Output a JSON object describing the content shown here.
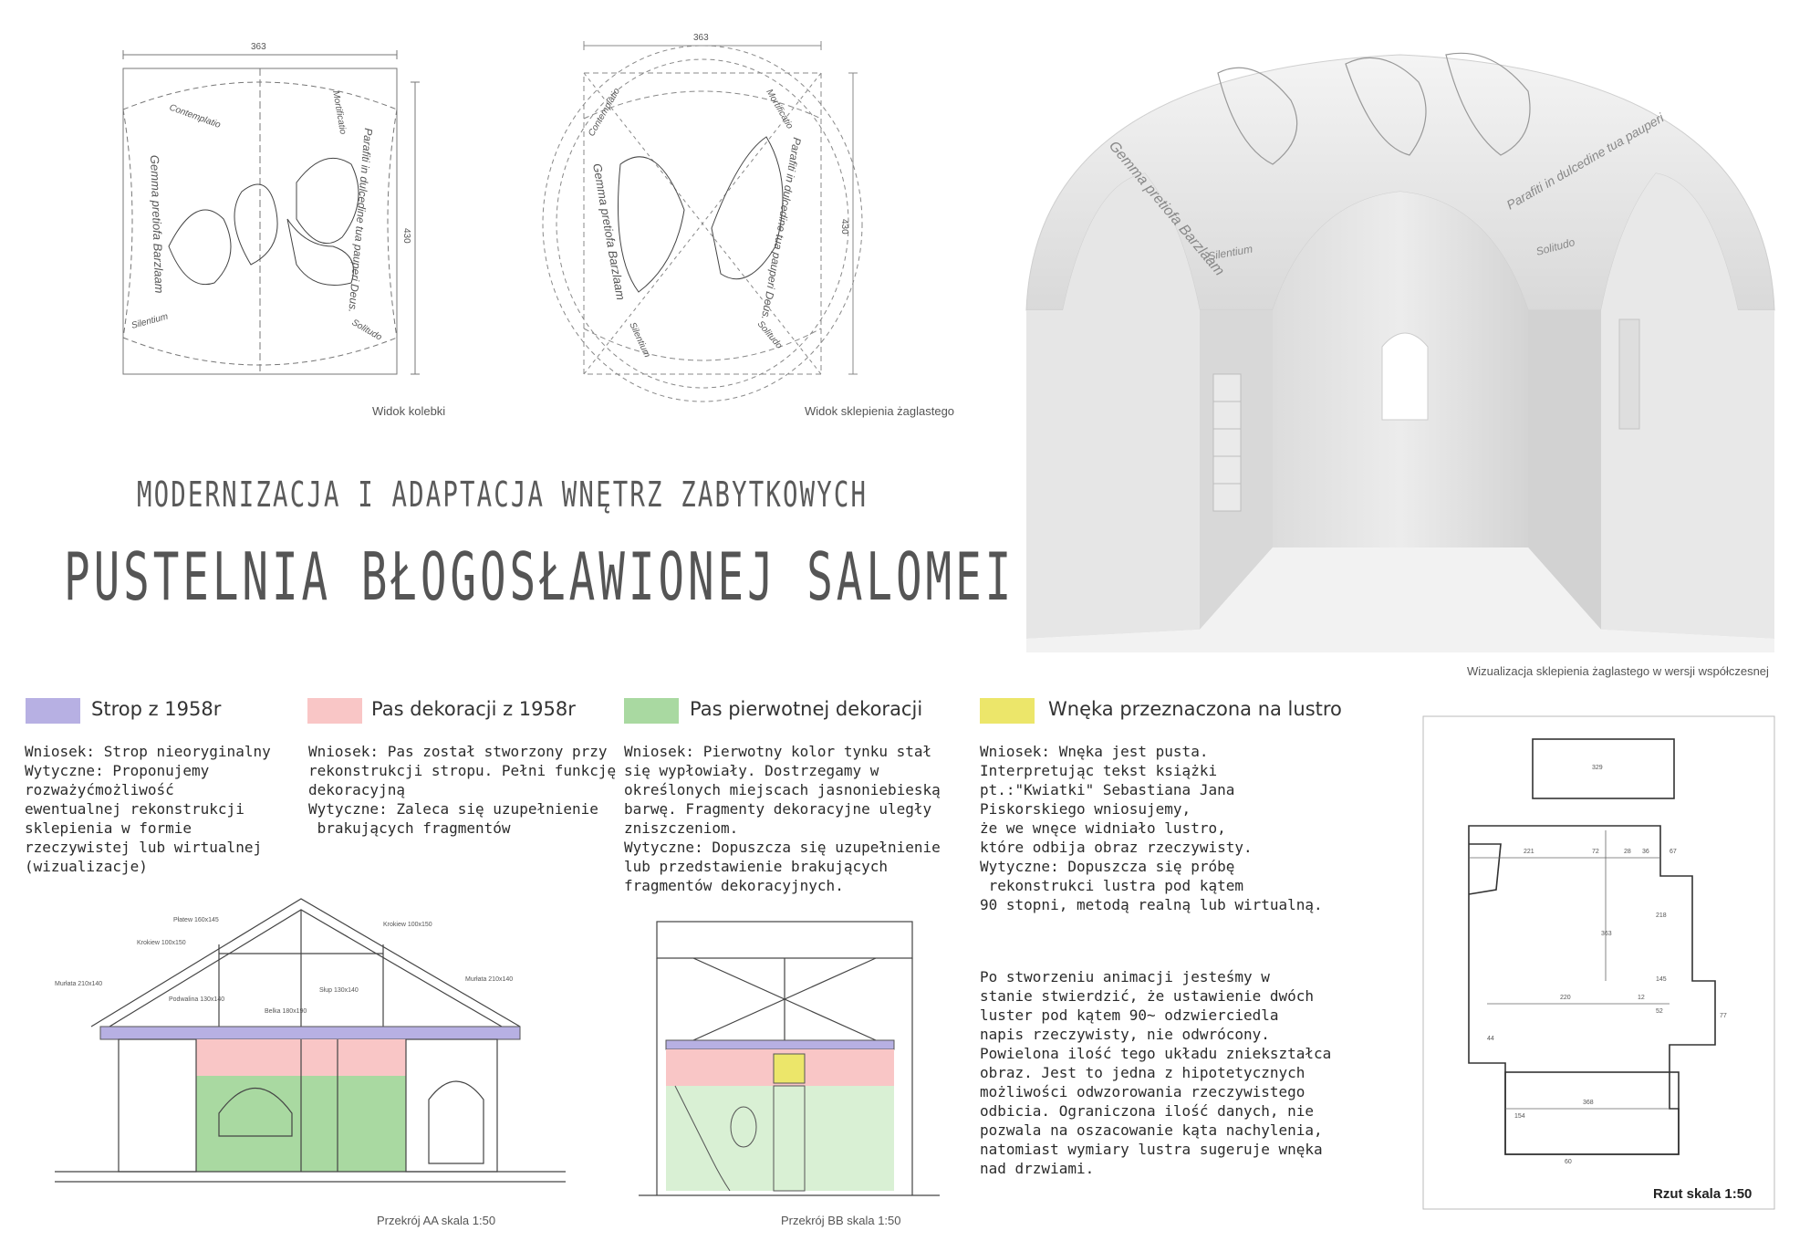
{
  "colors": {
    "strop": "#b7b0e3",
    "pas_dekoracji": "#f9c6c6",
    "pas_pierwotny": "#a9d9a1",
    "wneka": "#ece66a"
  },
  "top_drawings": {
    "kolebka": {
      "dimension_w": "363",
      "dimension_h": "430",
      "caption": "Widok kolebki",
      "labels": [
        "Contemplatio",
        "Mortificatio",
        "Gemma pretiofa Barzlaam",
        "Parafiti in dulcedine tua pauperi Deus.",
        "Silentium",
        "Solitudo"
      ]
    },
    "zaglaste": {
      "dimension_w": "363",
      "dimension_h": "430",
      "caption": "Widok sklepienia żaglastego",
      "labels": [
        "Contemplatio",
        "Mortificatio",
        "Gemma pretiofa Barzlaam",
        "Parafiti in dulcedine tua pauperi Deus.",
        "Silentium",
        "Solitudo"
      ]
    }
  },
  "render": {
    "caption": "Wizualizacja sklepienia żaglastego w wersji współczesnej",
    "labels": [
      "Gemma pretiofa Barzlaam",
      "Parafiti in dulcedine tua pauperi",
      "Silentium",
      "Solitudo"
    ]
  },
  "title": {
    "line1": "MODERNIZACJA I ADAPTACJA WNĘTRZ ZABYTKOWYCH",
    "line2": "PUSTELNIA BŁOGOSŁAWIONEJ SALOMEI"
  },
  "legend": [
    {
      "label": "Strop z 1958r"
    },
    {
      "label": "Pas dekoracji z 1958r"
    },
    {
      "label": "Pas pierwotnej dekoracji"
    },
    {
      "label": "Wnęka przeznaczona na lustro"
    }
  ],
  "notes": {
    "n1": "Wniosek: Strop nieoryginalny\nWytyczne: Proponujemy\nrozważyćmożliwość\newentualnej rekonstrukcji\nsklepienia w formie\nrzeczywistej lub wirtualnej\n(wizualizacje)",
    "n2": "Wniosek: Pas został stworzony przy\nrekonstrukcji stropu. Pełni funkcję\ndekoracyjną\nWytyczne: Zaleca się uzupełnienie\n brakujących fragmentów",
    "n3": "Wniosek: Pierwotny kolor tynku stał\nsię wypłowiały. Dostrzegamy w\nokreślonych miejscach jasnoniebieską\nbarwę. Fragmenty dekoracyjne uległy\nzniszczeniom.\nWytyczne: Dopuszcza się uzupełnienie\nlub przedstawienie brakujących\nfragmentów dekoracyjnych.",
    "n4": "Wniosek: Wnęka jest pusta.\nInterpretując tekst książki\npt.:\"Kwiatki\" Sebastiana Jana\nPiskorskiego wniosujemy,\nże we wnęce widniało lustro,\nktóre odbija obraz rzeczywisty.\nWytyczne: Dopuszcza się próbę\n rekonstrukci lustra pod kątem\n90 stopni, metodą realną lub wirtualną.",
    "n5": "Po stworzeniu animacji jesteśmy w\nstanie stwierdzić, że ustawienie dwóch\nluster pod kątem 90~ odzwierciedla\nnapis rzeczywisty, nie odwrócony.\nPowielona ilość tego układu zniekształca\nobraz. Jest to jedna z hipotetycznych\nmożliwości odwzorowania rzeczywistego\nodbicia. Ograniczona ilość danych, nie\npozwala na oszacowanie kąta nachylenia,\nnatomiast wymiary lustra sugeruje wnęka\nnad drzwiami."
  },
  "section_aa": {
    "caption": "Przekrój AA skala 1:50",
    "labels": [
      "Płatew 160x145",
      "Krokiew 100x150",
      "Krokiew 100x150",
      "Murłata 210x140",
      "Podwalina 130x140",
      "Belka 180x190",
      "Słup 130x140",
      "Murłata 210x140"
    ]
  },
  "section_bb": {
    "caption": "Przekrój BB skala 1:50"
  },
  "plan": {
    "caption": "Rzut skala 1:50",
    "dims": [
      "329",
      "221",
      "72",
      "28",
      "36",
      "67",
      "363",
      "218",
      "145",
      "220",
      "12",
      "52",
      "368",
      "154",
      "44",
      "60",
      "77"
    ]
  }
}
